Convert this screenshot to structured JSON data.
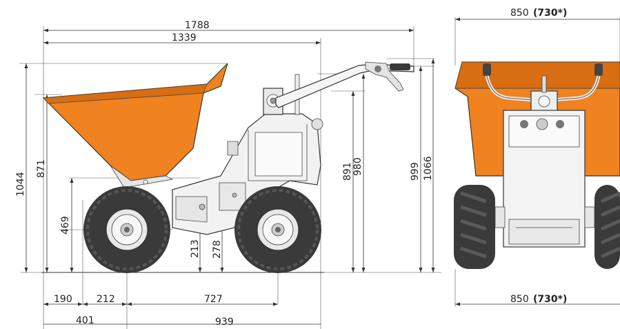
{
  "colors": {
    "hopper": "#f0821f",
    "hopper_dark": "#d86d12",
    "frame": "#f2f2f2",
    "tyre": "#3a3a3a",
    "rim": "#e8e8e8",
    "line": "#333333"
  },
  "side_view": {
    "overall_length": "1788",
    "wheelbase_to_handle": "1339",
    "total_height": "1044",
    "hopper_height": "871",
    "handle_height_low": "891",
    "handle_height_mid": "980",
    "handle_height_high": "999",
    "handle_height_max": "1066",
    "hopper_lip_height": "469",
    "ground_clearance_front": "213",
    "ground_clearance_rear": "278",
    "front_overhang": "190",
    "hub_offset": "212",
    "wheelbase": "727",
    "front_to_hub": "401",
    "rear_length": "939"
  },
  "front_view": {
    "width_top_value": "850",
    "width_top_alt": "(730*)",
    "width_bottom_value": "850",
    "width_bottom_alt": "(730*)"
  }
}
